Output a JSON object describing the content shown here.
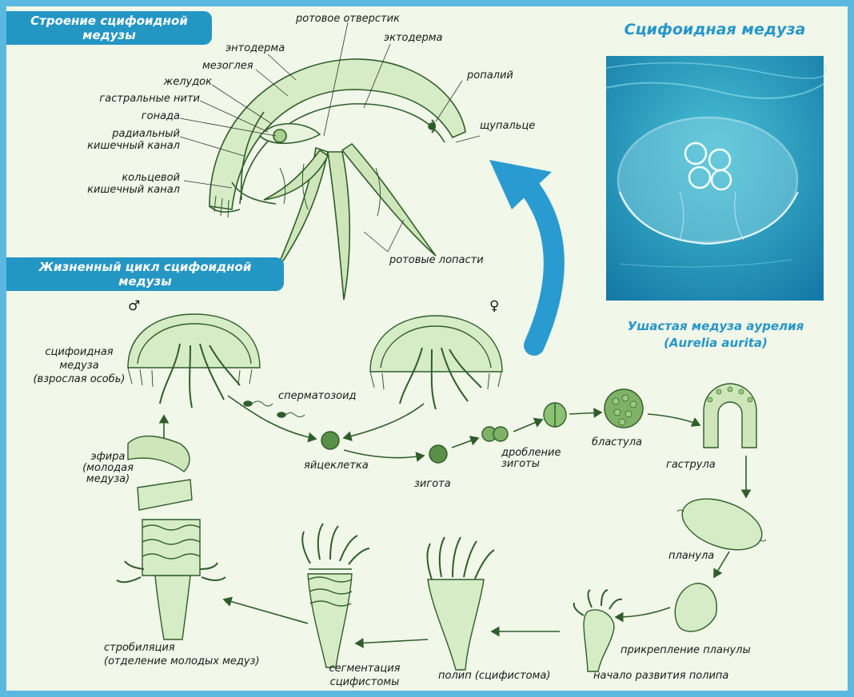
{
  "headers": {
    "structure": [
      "Строение сцифоидной",
      "медузы"
    ],
    "lifecycle": [
      "Жизненный цикл сцифоидной",
      "медузы"
    ],
    "photo_title": "Сцифоидная медуза",
    "photo_caption": [
      "Ушастая медуза аурелия",
      "(Aurelia aurita)"
    ]
  },
  "structure_labels": {
    "mouth": "ротовое отверстик",
    "ectoderm": "эктодерма",
    "endoderm": "энтодерма",
    "mesoglea": "мезоглея",
    "stomach": "желудок",
    "gastric_filaments": "гастральные нити",
    "gonad": "гонада",
    "radial_canal": [
      "радиальный",
      "кишечный канал"
    ],
    "ring_canal": [
      "кольцевой",
      "кишечный канал"
    ],
    "rhopalium": "ропалий",
    "tentacle": "щупальце",
    "oral_lobes": "ротовые лопасти"
  },
  "lifecycle_labels": {
    "male_symbol": "♂",
    "female_symbol": "♀",
    "adult": [
      "сцифоидная",
      "медуза",
      "(взрослая особь)"
    ],
    "sperm": "сперматозоид",
    "egg": "яйцеклетка",
    "zygote": "зигота",
    "cleavage": [
      "дробление",
      "зиготы"
    ],
    "blastula": "бластула",
    "gastrula": "гаструла",
    "planula": "планула",
    "attachment": "прикрепление планулы",
    "polyp_start": "начало развития полипа",
    "polyp": "полип (сцифистома)",
    "segmentation": [
      "сегментация",
      "сцифистомы"
    ],
    "strobilation": [
      "стробиляция",
      "(отделение молодых медуз)"
    ],
    "ephyra": [
      "эфира",
      "(молодая",
      "медуза)"
    ]
  },
  "colors": {
    "frame": "#5bb8e0",
    "panel": "#f1f7e9",
    "badge": "#2496c4",
    "title": "#2696c8",
    "drawing": "#2f5d2a",
    "fill": "#d6ecc6",
    "arrow": "#2a9bd0"
  }
}
